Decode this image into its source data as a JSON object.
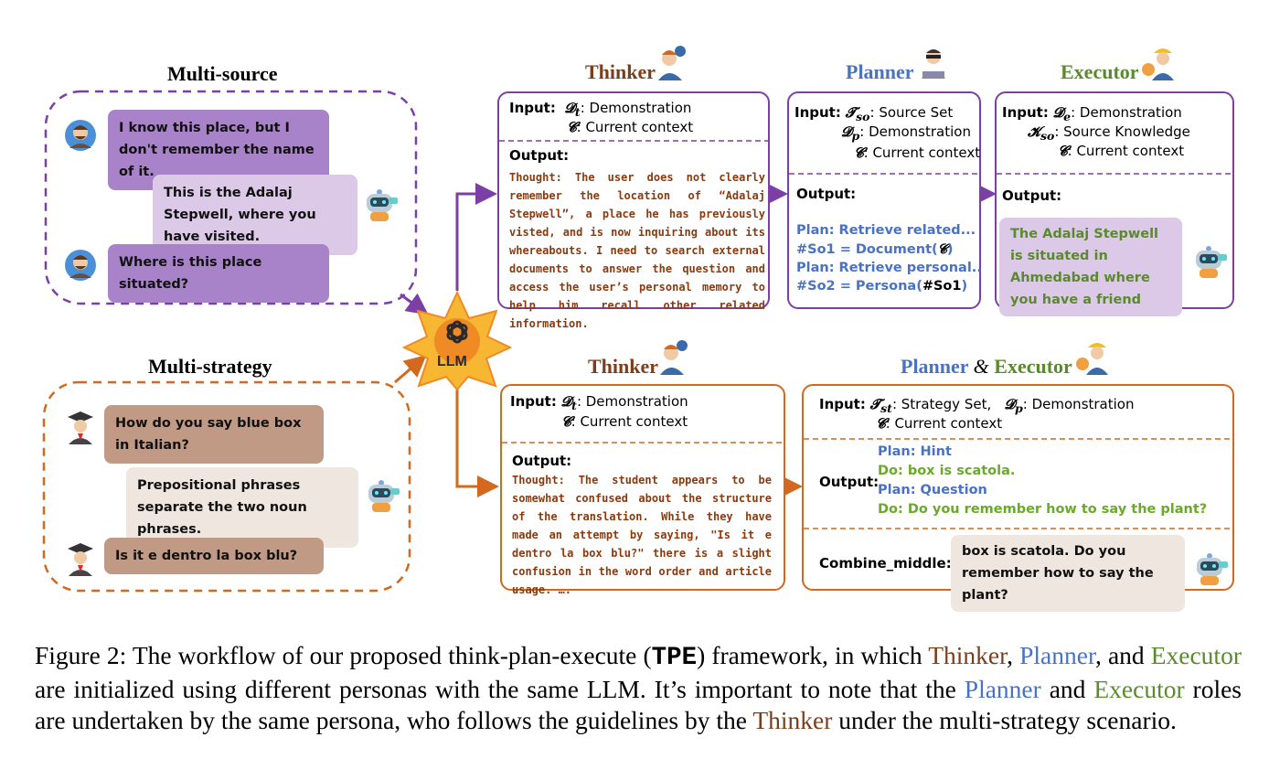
{
  "left": {
    "multi_source_title": "Multi-source",
    "multi_strategy_title": "Multi-strategy",
    "source_dialog": [
      "I know this place, but I don't remember the name of it.",
      "This is the Adalaj Stepwell, where you have visited.",
      "Where is this place situated?"
    ],
    "strategy_dialog": [
      "How do you say blue box in Italian?",
      "Prepositional phrases separate the two noun phrases.",
      "Is it e dentro la box blu?"
    ]
  },
  "llm": {
    "label": "LLM"
  },
  "top": {
    "thinker_title": "Thinker",
    "planner_title": "Planner",
    "executor_title": "Executor",
    "thinker_box": {
      "input_label": "Input:",
      "d_t": "𝓓",
      "d_t_sub": "t",
      "d_t_text": ": Demonstration",
      "c": "𝓒",
      "c_text": ": Current context",
      "output_label": "Output:",
      "thought": "Thought: The user does not clearly remember the location of “Adalaj Stepwell”, a place he has previously visted, and is now inquiring about its whereabouts. I need to search external documents to answer the question and access the user’s personal memory to help him recall other related information."
    },
    "planner_box": {
      "input_label": "Input:",
      "t_so": "𝓣",
      "t_so_sub": "so",
      "t_so_text": ": Source Set",
      "d_p": "𝓓",
      "d_p_sub": "p",
      "d_p_text": ": Demonstration",
      "c": "𝓒",
      "c_text": ": Current context",
      "output_label": "Output:",
      "plan1": "Plan: Retrieve related...",
      "so1_prefix": "#So1 = Document(",
      "so1_c": "𝓒",
      "so1_suffix": ")",
      "plan2": "Plan: Retrieve personal..",
      "so2_prefix": "#So2 = Persona(",
      "so2_ref": "#So1",
      "so2_suffix": ")"
    },
    "executor_box": {
      "input_label": "Input:",
      "d_e": "𝓓",
      "d_e_sub": "e",
      "d_e_text": ": Demonstration",
      "k_so": "𝓚",
      "k_so_sub": "so",
      "k_so_text": ": Source Knowledge",
      "c": "𝓒",
      "c_text": ": Current context",
      "output_label": "Output:",
      "answer": "The Adalaj Stepwell is situated in Ahmedabad where you have a friend"
    }
  },
  "bottom": {
    "thinker_title": "Thinker",
    "planner_title": "Planner",
    "amp": "&",
    "executor_title": "Executor",
    "thinker_box": {
      "input_label": "Input:",
      "d_t": "𝓓",
      "d_t_sub": "t",
      "d_t_text": ": Demonstration",
      "c": "𝓒",
      "c_text": ": Current context",
      "output_label": "Output:",
      "thought": "Thought: The student appears to be somewhat confused about the structure of the translation. While they have made an attempt by saying, \"Is it e dentro la box blu?\" there is a slight confusion in the word order and article usage. …."
    },
    "pe_box": {
      "input_label": "Input:",
      "t_st": "𝓣",
      "t_st_sub": "st",
      "t_st_text": ": Strategy Set,",
      "d_p": "𝓓",
      "d_p_sub": "p",
      "d_p_text": ": Demonstration",
      "c": "𝓒",
      "c_text": ": Current context",
      "output_label": "Output:",
      "lines": [
        "Plan: Hint",
        "Do: box is scatola.",
        "Plan: Question",
        "Do: Do you remember how to say the plant?"
      ],
      "combine_label": "Combine_middle:",
      "combine_text": "box is scatola. Do you remember how to say the plant?"
    }
  },
  "caption": {
    "p1": "Figure 2: The workflow of our proposed think-plan-execute (",
    "tpe": "TPE",
    "p2": ") framework, in which ",
    "thinker": "Thinker",
    "comma1": ",",
    "planner": "Planner",
    "p3": ", and ",
    "executor": "Executor",
    "p4": " are initialized using different personas with the same LLM. It’s important to note that the ",
    "planner2": "Planner",
    "p5": " and ",
    "executor2": "Executor",
    "p6": " roles are undertaken by the same persona, who follows the guidelines by the ",
    "thinker2": "Thinker",
    "p7": " under the multi-strategy scenario."
  },
  "colors": {
    "purple": "#7b3fa6",
    "orange": "#d2691e",
    "thinker": "#7a3e1c",
    "planner": "#4a72c4",
    "executor": "#5a8a2e"
  }
}
